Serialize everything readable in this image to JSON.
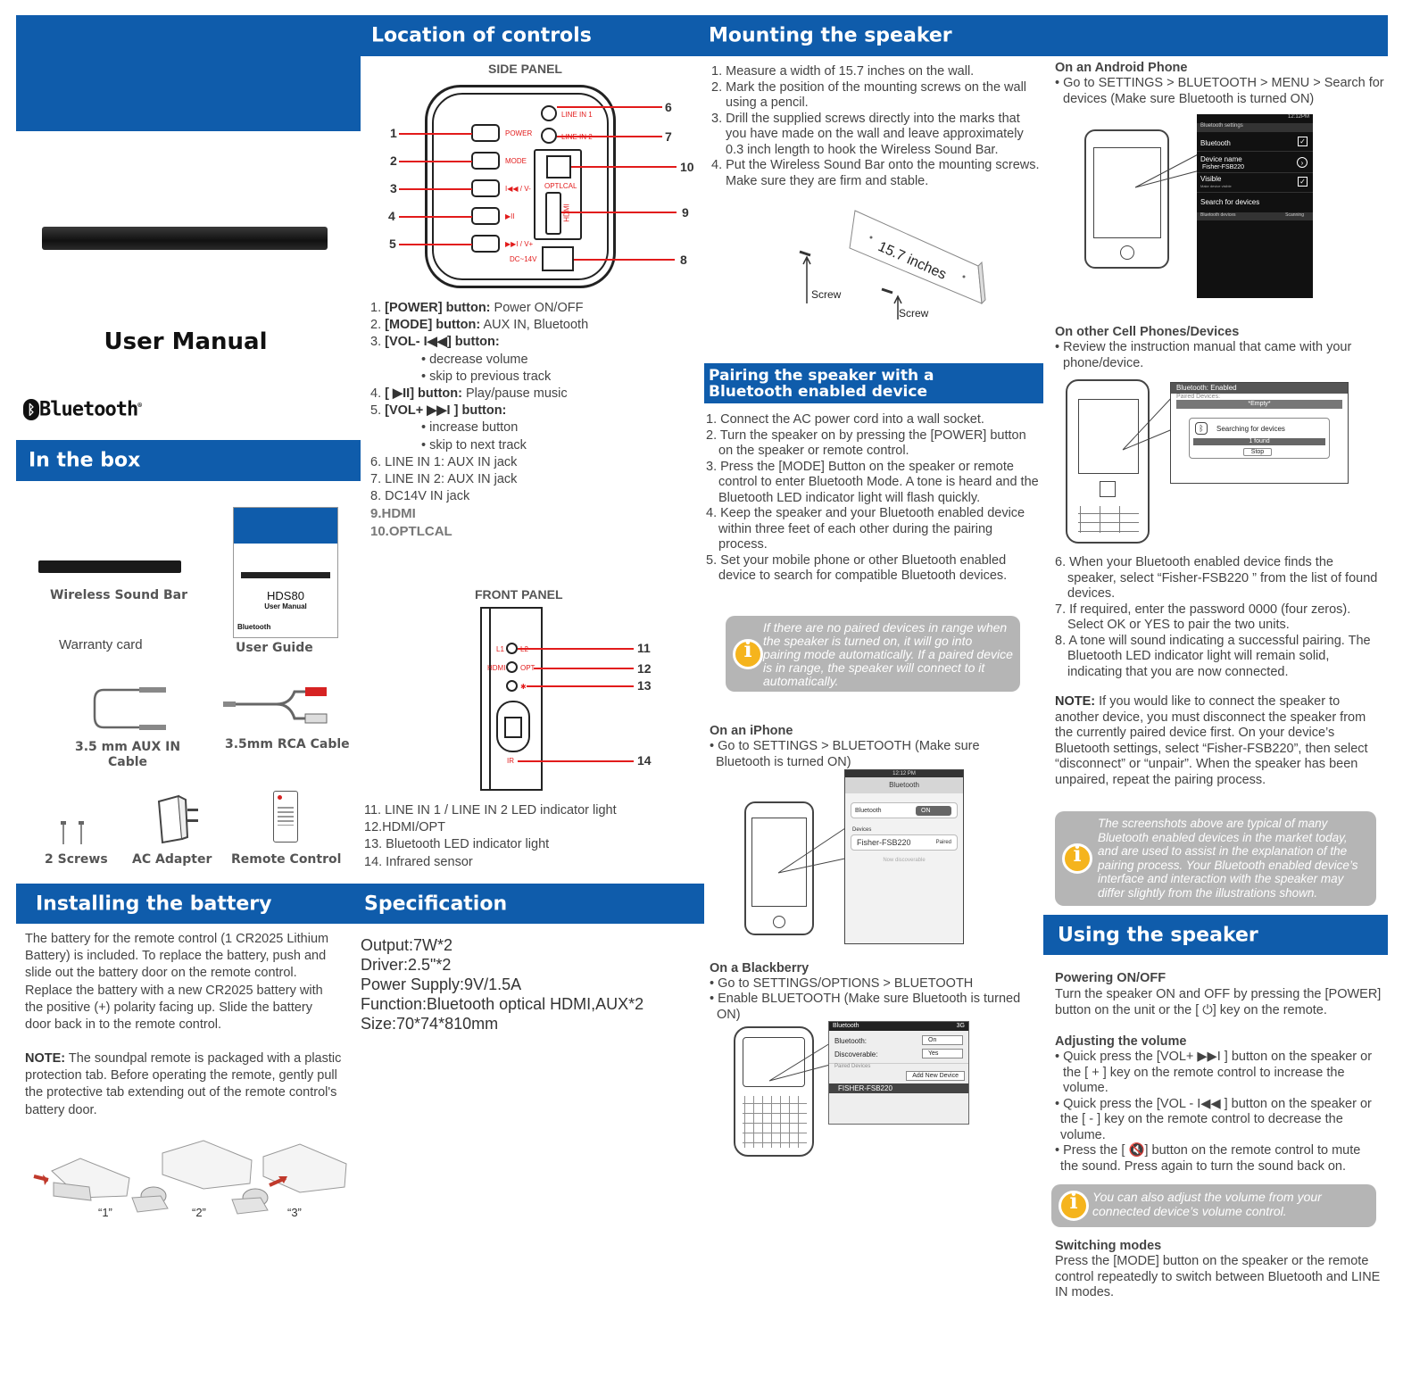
{
  "cover": {
    "title": "User Manual",
    "bluetooth_logo": "Bluetooth"
  },
  "in_the_box": {
    "heading": "In the box",
    "items": {
      "sound_bar": "Wireless Sound Bar",
      "warranty": "Warranty card",
      "guide": "User Guide",
      "guide_model": "HDS80",
      "guide_title": "User Manual",
      "guide_logo": "Bluetooth",
      "aux": "3.5 mm AUX IN Cable",
      "rca": "3.5mm RCA Cable",
      "screws": "2 Screws",
      "adapter": "AC Adapter",
      "remote": "Remote Control"
    }
  },
  "battery": {
    "heading": "Installing the battery",
    "para1": "The battery for the remote control (1 CR2025 Lithium Battery) is included. To replace the battery, push and slide out the battery door on the remote control. Replace the battery with a new CR2025 battery with the positive (+) polarity facing up. Slide the battery door back in to the remote control.",
    "note_label": "NOTE:",
    "note_text": "The soundpal  remote is packaged with a plastic protection tab. Before operating the remote, gently pull the protective tab extending out of the remote control's battery door.",
    "steps": [
      "“1”",
      "“2”",
      "“3”"
    ]
  },
  "controls": {
    "heading": "Location of controls",
    "side_panel": "SIDE PANEL",
    "front_panel": "FRONT PANEL",
    "panel_labels": {
      "power": "POWER",
      "mode": "MODE",
      "vol_down": "I◀◀ / V-",
      "play": "▶II",
      "vol_up": "▶▶I / V+",
      "line1": "LINE IN 1",
      "line2": "LINE IN 2",
      "optical": "OPTLCAL",
      "hdmi": "HDMI",
      "dc": "DC~14V",
      "l1": "L1",
      "l2": "L2",
      "hdmi_f": "HDMI",
      "opt_f": "OPT",
      "bt_f": "✱",
      "ir": "IR"
    },
    "callouts": [
      "1",
      "2",
      "3",
      "4",
      "5",
      "6",
      "7",
      "8",
      "9",
      "10",
      "11",
      "12",
      "13",
      "14"
    ],
    "list": [
      {
        "n": "1.",
        "b": "[POWER] button:",
        "t": " Power ON/OFF"
      },
      {
        "n": "2.",
        "b": "[MODE] button:",
        "t": " AUX IN, Bluetooth"
      },
      {
        "n": "3.",
        "b": "[VOL- I◀◀] button:",
        "t": ""
      },
      {
        "n": "",
        "b": "",
        "t": "• decrease volume"
      },
      {
        "n": "",
        "b": "",
        "t": "• skip to previous track"
      },
      {
        "n": "4.",
        "b": "[ ▶II] button:",
        "t": " Play/pause music"
      },
      {
        "n": "5.",
        "b": "[VOL+ ▶▶I ] button:",
        "t": ""
      },
      {
        "n": "",
        "b": "",
        "t": "• increase button"
      },
      {
        "n": "",
        "b": "",
        "t": "• skip to next track"
      },
      {
        "n": "6.",
        "b": "",
        "t": "LINE IN 1: AUX IN jack"
      },
      {
        "n": "7.",
        "b": "",
        "t": "LINE IN 2: AUX IN jack"
      },
      {
        "n": "8.",
        "b": "",
        "t": "DC14V IN jack"
      },
      {
        "n": "9.",
        "b": "HDMI",
        "t": ""
      },
      {
        "n": "10.",
        "b": "OPTLCAL",
        "t": ""
      }
    ],
    "list2": [
      "11. LINE IN 1 / LINE IN 2  LED indicator light",
      "12.HDMI/OPT",
      "13. Bluetooth LED indicator light",
      "14. Infrared sensor"
    ]
  },
  "spec": {
    "heading": "Specification",
    "lines": [
      "Output:7W*2",
      "Driver:2.5\"*2",
      "Power Supply:9V/1.5A",
      "Function:Bluetooth optical HDMI,AUX*2",
      "Size:70*74*810mm"
    ]
  },
  "mounting": {
    "heading": "Mounting the speaker",
    "steps": [
      "1. Measure a width of 15.7 inches on the wall.",
      "2. Mark the position of the mounting screws on the wall using a pencil.",
      "3. Drill the supplied screws directly into the marks that you have  made on the wall and leave approximately 0.3 inch length to hook the Wireless Sound Bar.",
      "4. Put the Wireless Sound Bar onto the mounting screws. Make sure they are firm and stable."
    ],
    "measure": "15.7 inches",
    "screw": "Screw"
  },
  "pairing": {
    "heading": "Pairing the speaker with a Bluetooth enabled device",
    "steps": [
      "1. Connect the AC power cord into a wall socket.",
      "2. Turn the speaker on by pressing the [POWER] button on the speaker or remote control.",
      "3. Press the [MODE] Button on the speaker or remote control to enter Bluetooth Mode. A tone is heard and the Bluetooth LED indicator light will flash quickly.",
      "4. Keep the speaker and your Bluetooth enabled device within three feet of each other during the pairing process.",
      "5. Set your mobile phone or other Bluetooth enabled device to search for compatible Bluetooth devices."
    ],
    "note": "If there are no paired devices in range when the speaker is turned on, it will go into pairing mode automatically. If a paired device is in range, the speaker will connect to it automatically.",
    "iphone_head": "On an iPhone",
    "iphone_text": "• Go to SETTINGS > BLUETOOTH (Make sure Bluetooth is turned ON)",
    "iphone_ui": {
      "time": "12:12 PM",
      "title": "Bluetooth",
      "row": "Bluetooth",
      "toggle": "ON",
      "devices": "Devices",
      "device": "Fisher-FSB220",
      "paired": "Paired",
      "disc": "Now discoverable"
    },
    "bb_head": "On a Blackberry",
    "bb_text1": "• Go to SETTINGS/OPTIONS > BLUETOOTH",
    "bb_text2": "• Enable BLUETOOTH (Make sure Bluetooth is turned ON)",
    "bb_ui": {
      "title": "Bluetooth",
      "net": "3G",
      "bt": "Bluetooth:",
      "bt_val": "On",
      "disc": "Discoverable:",
      "disc_val": "Yes",
      "paired": "Paired Devices",
      "add": "Add New Device",
      "device": "FISHER-FSB220"
    }
  },
  "right": {
    "android_head": "On an Android Phone",
    "android_text": "• Go to SETTINGS > BLUETOOTH > MENU > Search for devices (Make sure Bluetooth is turned ON)",
    "android_ui": {
      "time": "12:12PM",
      "title": "Bluetooth settings",
      "bt": "Bluetooth",
      "name": "Device name",
      "name_val": "Fisher-FSB220",
      "visible": "Visible",
      "visible_sub": "Make device visible",
      "search": "Search for devices",
      "devices": "Bluetooth devices",
      "scanning": "Scanning"
    },
    "other_head": "On other Cell Phones/Devices",
    "other_text": "• Review the instruction manual that came with your phone/device.",
    "other_ui": {
      "title": "Bluetooth: Enabled",
      "paired": "Paired Devices:",
      "empty": "*Empty*",
      "searching": "Searching for devices",
      "found": "1 found",
      "stop": "Stop"
    },
    "steps": [
      "6. When your Bluetooth enabled device finds the speaker, select “Fisher-FSB220 ” from the list of found devices.",
      "7. If required, enter the password 0000 (four zeros). Select OK or YES to pair the two units.",
      "8. A tone will sound indicating a successful pairing. The Bluetooth LED indicator light will remain solid, indicating that you are now connected."
    ],
    "note_label": "NOTE:",
    "note_text": "If you would like to connect the speaker to another device, you must disconnect the speaker from the currently paired device first. On your device’s Bluetooth settings, select “Fisher-FSB220”, then select “disconnect” or “unpair”. When the speaker has been unpaired, repeat the pairing process.",
    "note_box": "The screenshots above are typical of many Bluetooth enabled devices in the market today, and are used to assist in the explanation of the pairing process. Your Bluetooth enabled device’s interface and interaction with the speaker may differ slightly from the illustrations shown."
  },
  "using": {
    "heading": "Using the speaker",
    "power_head": "Powering ON/OFF",
    "power_text": "Turn the speaker ON and OFF by pressing the [POWER] button on the unit or the [ ⏻] key on the remote.",
    "vol_head": "Adjusting the volume",
    "vol_lines": [
      "• Quick press the [VOL+ ▶▶I ] button on the speaker or the [ + ] key on the remote control to increase the volume.",
      "• Quick press the [VOL -  I◀◀ ] button on the speaker or the [ - ] key on the remote control to decrease the volume.",
      "• Press the [ 🔇] button on the remote control to mute the sound. Press again to turn the sound back on."
    ],
    "vol_note": "You can also adjust the volume from your connected device’s volume control.",
    "switch_head": "Switching modes",
    "switch_text": "Press the [MODE] button on the speaker or the remote control repeatedly to switch between Bluetooth and LINE IN modes."
  }
}
